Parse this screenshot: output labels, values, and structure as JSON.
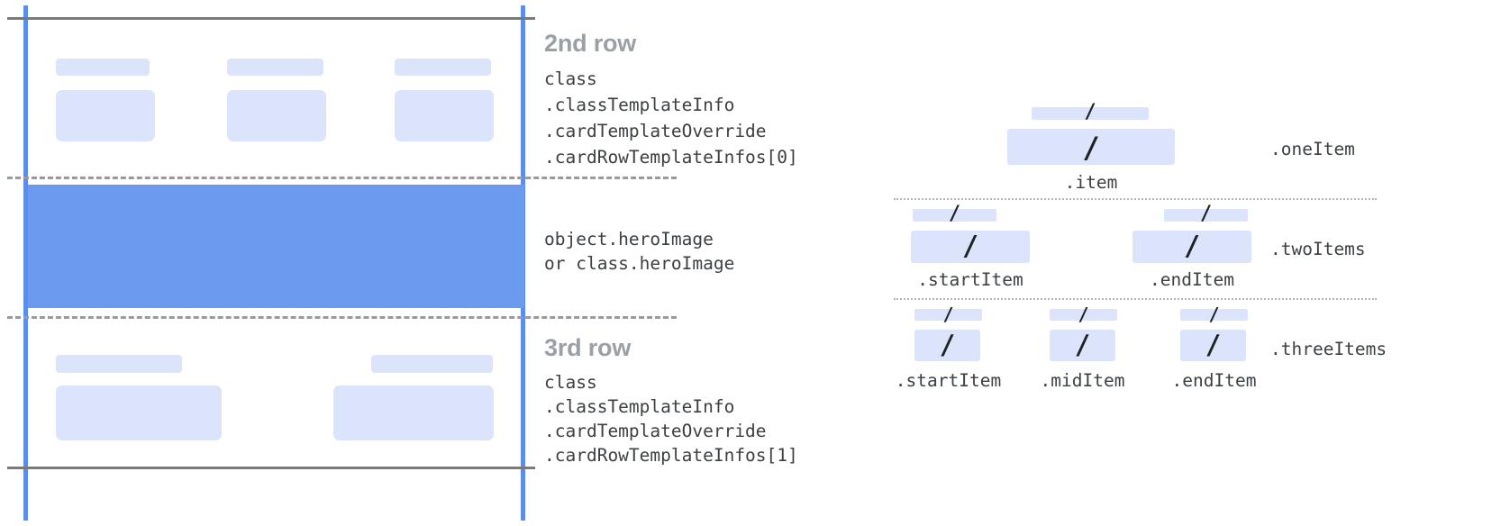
{
  "diagram": {
    "title_absent": true,
    "accent_color": "#5b8def",
    "hero_color": "#6b9aee",
    "placeholder_color": "#dbe4fa",
    "rule_color": "#7a7a7a",
    "dash_color": "#9a9a9a"
  },
  "card_mock": {
    "rows": [
      {
        "name": "second-row",
        "title": "2nd row",
        "code_lines": [
          "class",
          ".classTemplateInfo",
          ".cardTemplateOverride",
          ".cardRowTemplateInfos[0]"
        ],
        "columns": 3
      },
      {
        "name": "hero-image",
        "title": "",
        "code_lines": [
          "object.heroImage",
          "or class.heroImage"
        ],
        "columns": 0
      },
      {
        "name": "third-row",
        "title": "3rd row",
        "code_lines": [
          "class",
          ".classTemplateInfo",
          ".cardTemplateOverride",
          ".cardRowTemplateInfos[1]"
        ],
        "columns": 2
      }
    ]
  },
  "templates": {
    "groups": [
      {
        "name": "one-item",
        "label": ".oneItem",
        "slash": "/",
        "items": [
          {
            "caption": ".item"
          }
        ]
      },
      {
        "name": "two-items",
        "label": ".twoItems",
        "slash": "/",
        "items": [
          {
            "caption": ".startItem"
          },
          {
            "caption": ".endItem"
          }
        ]
      },
      {
        "name": "three-items",
        "label": ".threeItems",
        "slash": "/",
        "items": [
          {
            "caption": ".startItem"
          },
          {
            "caption": ".midItem"
          },
          {
            "caption": ".endItem"
          }
        ]
      }
    ]
  }
}
